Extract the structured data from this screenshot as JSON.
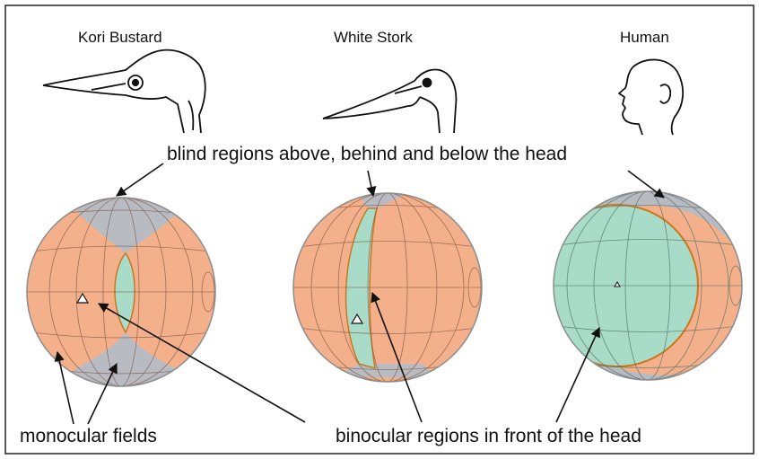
{
  "titles": {
    "kori": "Kori Bustard",
    "stork": "White Stork",
    "human": "Human"
  },
  "annotations": {
    "blind": "blind regions above, behind and below  the head",
    "monocular": "monocular fields",
    "binocular": "binocular regions in front of the head"
  },
  "colors": {
    "monocular": "#f4b08b",
    "binocular": "#a9dcc8",
    "blind": "#b9bbc3",
    "outline": "#c9781e",
    "grid": "#7d5a45"
  }
}
